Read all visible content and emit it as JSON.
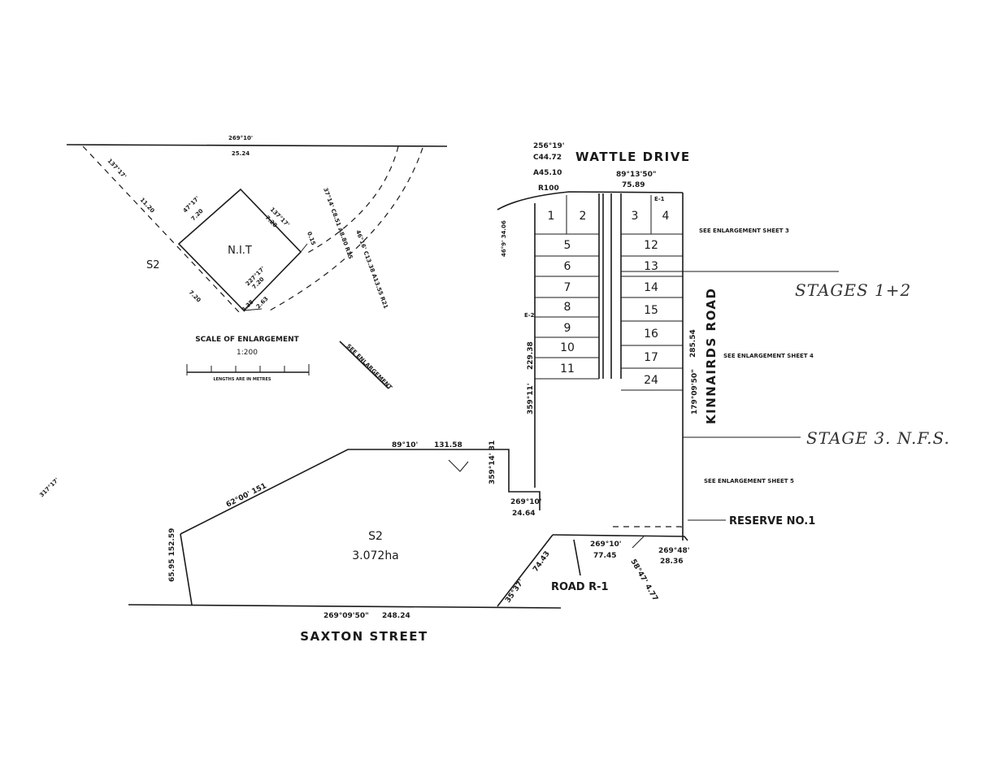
{
  "streets": {
    "wattle_drive": "WATTLE   DRIVE",
    "saxton_street": "SAXTON   STREET",
    "kinnairds_road": "KINNAIRDS   ROAD",
    "road_r1": "ROAD R-1"
  },
  "reserve_label": "RESERVE NO.1",
  "handwritten": {
    "stages_1_2": "STAGES 1+2",
    "stage_3": "STAGE 3. N.F.S."
  },
  "parcel_s2": {
    "name": "S2",
    "area": "3.072ha"
  },
  "enlargement": {
    "nit_label": "N.I.T",
    "s2_label": "S2",
    "scale_title": "SCALE OF ENLARGEMENT",
    "scale_ratio": "1:200",
    "scale_caption": "LENGTHS ARE IN METRES",
    "see_enlargement": "SEE ENLARGEMENT",
    "top_bearing": "269°10'",
    "top_distance": "25.24",
    "left_bearing": "137°17'",
    "left_distance": "11.20",
    "nit_top_left": "47°17'\n7.20",
    "nit_top_right": "137°17'\n7.20",
    "nit_bottom_left": "317°17'\n7.20",
    "nit_bottom_right": "227°17'\n7.20",
    "arc_outer": "37°14'\nC8.51\nA8.80\nR15",
    "arc_inner": "46°16'\nC13.38\nA13.55\nR21",
    "small_a": "0.15",
    "small_b": "2.38",
    "small_c": "2.63"
  },
  "see_sheets": {
    "sheet3": "SEE ENLARGEMENT SHEET 3",
    "sheet4": "SEE ENLARGEMENT SHEET 4",
    "sheet5": "SEE ENLARGEMENT SHEET 5"
  },
  "lots_left": [
    "1",
    "2",
    "5",
    "6",
    "7",
    "8",
    "9",
    "10",
    "11"
  ],
  "lots_right": [
    "3",
    "4",
    "12",
    "13",
    "14",
    "15",
    "16",
    "17",
    "24"
  ],
  "dims": {
    "wattle_curve": "256°19'\nC44.72\nA45.10\nR100",
    "wattle_straight": "89°13'50\"\n75.89",
    "left_curve": "46°9'\n34.06",
    "e1": "E-1",
    "e2": "E-2",
    "west_side": "229.38",
    "west_bearing": "359°11'",
    "east_dist": "285.54",
    "east_bearing": "179°09'50\"",
    "s2_top": "89°10'",
    "s2_top_dist": "131.58",
    "s2_step": "359°14'\n31",
    "s2_step2": "269°10'\n24.64",
    "s2_diag": "62°00'   151",
    "s2_west": "152.59\n65.95",
    "saxton_b": "269°09'50\"",
    "saxton_d": "248.24",
    "r1_a": "74.43",
    "r1_b": "35°37'",
    "south_a": "269°10'\n77.45",
    "south_b": "269°48'\n28.36",
    "south_c": "58°47'\n4.77"
  }
}
